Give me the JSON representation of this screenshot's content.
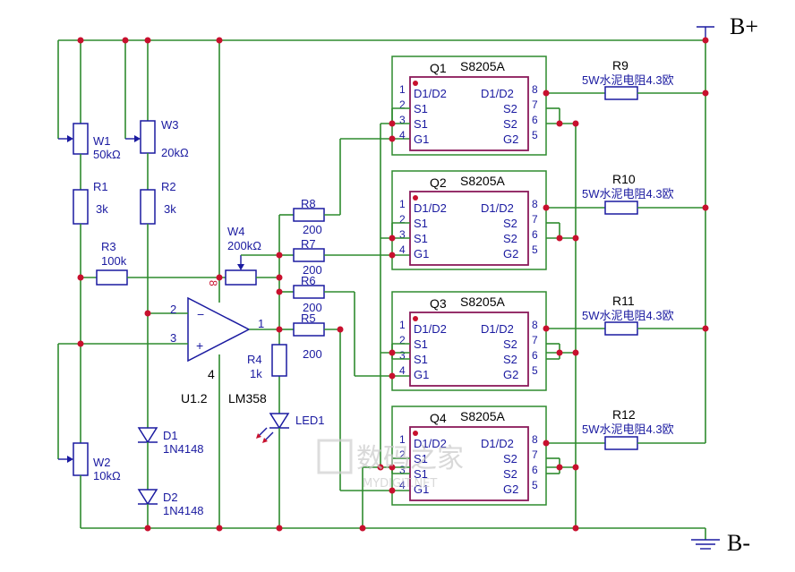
{
  "rails": {
    "positive": "B+",
    "negative": "B-"
  },
  "pots": {
    "w1": {
      "ref": "W1",
      "value": "50kΩ"
    },
    "w3": {
      "ref": "W3",
      "value": "20kΩ"
    },
    "w2": {
      "ref": "W2",
      "value": "10kΩ"
    },
    "w4": {
      "ref": "W4",
      "value": "200kΩ"
    }
  },
  "resistors": {
    "r1": {
      "ref": "R1",
      "value": "3k"
    },
    "r2": {
      "ref": "R2",
      "value": "3k"
    },
    "r3": {
      "ref": "R3",
      "value": "100k"
    },
    "r4": {
      "ref": "R4",
      "value": "1k"
    },
    "r5": {
      "ref": "R5",
      "value": "200"
    },
    "r6": {
      "ref": "R6",
      "value": "200"
    },
    "r7": {
      "ref": "R7",
      "value": "200"
    },
    "r8": {
      "ref": "R8",
      "value": "200"
    },
    "r9": {
      "ref": "R9",
      "value": "5W水泥电阻4.3欧"
    },
    "r10": {
      "ref": "R10",
      "value": "5W水泥电阻4.3欧"
    },
    "r11": {
      "ref": "R11",
      "value": "5W水泥电阻4.3欧"
    },
    "r12": {
      "ref": "R12",
      "value": "5W水泥电阻4.3欧"
    }
  },
  "diodes": {
    "d1": {
      "ref": "D1",
      "value": "1N4148"
    },
    "d2": {
      "ref": "D2",
      "value": "1N4148"
    },
    "led1": {
      "ref": "LED1"
    }
  },
  "opamp": {
    "ref": "U1.2",
    "part": "LM358",
    "pin_inverting": "2",
    "pin_noninverting": "3",
    "pin_out": "1",
    "pin_vcc": "8",
    "pin_gnd": "4",
    "sign_minus": "−",
    "sign_plus": "+"
  },
  "mosfets": [
    {
      "ref": "Q1",
      "part": "S8205A"
    },
    {
      "ref": "Q2",
      "part": "S8205A"
    },
    {
      "ref": "Q3",
      "part": "S8205A"
    },
    {
      "ref": "Q4",
      "part": "S8205A"
    }
  ],
  "mosfet_pins": {
    "left_nums": [
      "1",
      "2",
      "3",
      "4"
    ],
    "left_names": [
      "D1/D2",
      "S1",
      "S1",
      "G1"
    ],
    "right_nums": [
      "8",
      "7",
      "6",
      "5"
    ],
    "right_names": [
      "D1/D2",
      "S2",
      "S2",
      "G2"
    ]
  },
  "watermark": {
    "cn": "数码之家",
    "en": "MYDIGIT.NET"
  }
}
